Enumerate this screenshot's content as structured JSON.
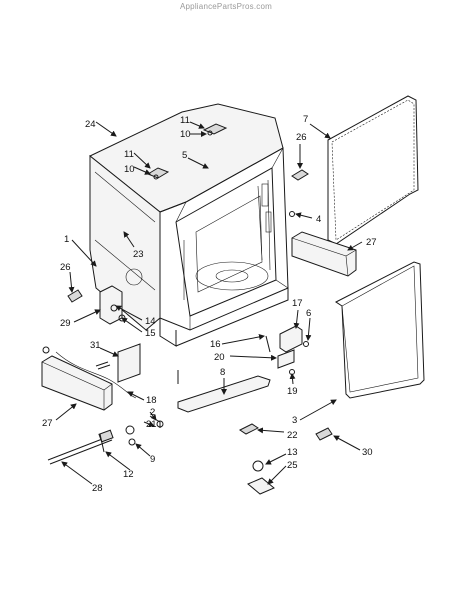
{
  "watermark": "AppliancePartsPros.com",
  "callouts": [
    {
      "id": "c24",
      "text": "24"
    },
    {
      "id": "c11a",
      "text": "11"
    },
    {
      "id": "c10a",
      "text": "10"
    },
    {
      "id": "c11b",
      "text": "11"
    },
    {
      "id": "c10b",
      "text": "10"
    },
    {
      "id": "c5",
      "text": "5"
    },
    {
      "id": "c7",
      "text": "7"
    },
    {
      "id": "c26a",
      "text": "26"
    },
    {
      "id": "c4",
      "text": "4"
    },
    {
      "id": "c27a",
      "text": "27"
    },
    {
      "id": "c1",
      "text": "1"
    },
    {
      "id": "c23",
      "text": "23"
    },
    {
      "id": "c26b",
      "text": "26"
    },
    {
      "id": "c29",
      "text": "29"
    },
    {
      "id": "c14",
      "text": "14"
    },
    {
      "id": "c15",
      "text": "15"
    },
    {
      "id": "c17",
      "text": "17"
    },
    {
      "id": "c6",
      "text": "6"
    },
    {
      "id": "c16",
      "text": "16"
    },
    {
      "id": "c20",
      "text": "20"
    },
    {
      "id": "c31",
      "text": "31"
    },
    {
      "id": "c8",
      "text": "8"
    },
    {
      "id": "c19",
      "text": "19"
    },
    {
      "id": "c18",
      "text": "18"
    },
    {
      "id": "c2",
      "text": "2"
    },
    {
      "id": "c21",
      "text": "21"
    },
    {
      "id": "c27b",
      "text": "27"
    },
    {
      "id": "c3",
      "text": "3"
    },
    {
      "id": "c22",
      "text": "22"
    },
    {
      "id": "c9",
      "text": "9"
    },
    {
      "id": "c30",
      "text": "30"
    },
    {
      "id": "c12",
      "text": "12"
    },
    {
      "id": "c13",
      "text": "13"
    },
    {
      "id": "c25",
      "text": "25"
    },
    {
      "id": "c28",
      "text": "28"
    }
  ]
}
